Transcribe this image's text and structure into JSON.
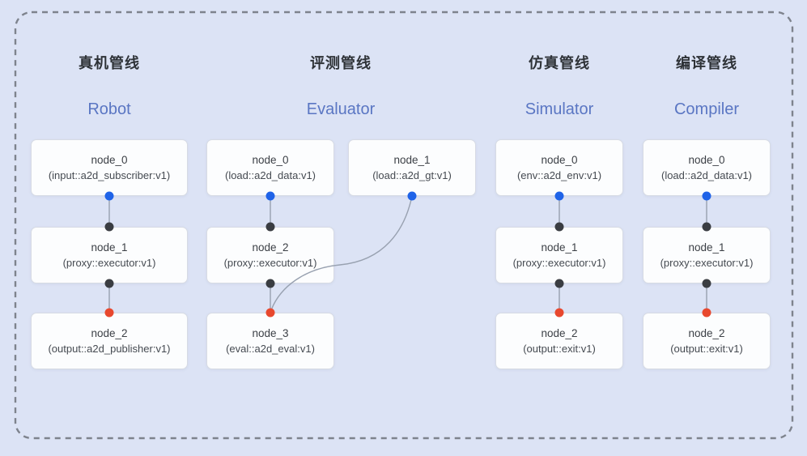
{
  "diagram": {
    "kind": "pipeline-dag-overview",
    "frame": "dashed rounded rectangle"
  },
  "colors": {
    "background": "#dce3f5",
    "frame_dash": "#7e838d",
    "node_bg": "#fcfdfe",
    "node_border": "#d7dbe4",
    "edge": "#98a1b0",
    "title_cn": "#2e3237",
    "title_en": "#5a76c3",
    "port_source_blue": "#1f63e8",
    "port_mid_black": "#3a3d42",
    "port_sink_red": "#e8482e"
  },
  "pipelines": [
    {
      "title_cn": "真机管线",
      "title_en": "Robot",
      "nodes": [
        {
          "name": "node_0",
          "type": "(input::a2d_subscriber:v1)"
        },
        {
          "name": "node_1",
          "type": "(proxy::executor:v1)"
        },
        {
          "name": "node_2",
          "type": "(output::a2d_publisher:v1)"
        }
      ],
      "connections": [
        "node_0->node_1",
        "node_1->node_2"
      ]
    },
    {
      "title_cn": "评测管线",
      "title_en": "Evaluator",
      "nodes": [
        {
          "name": "node_0",
          "type": "(load::a2d_data:v1)"
        },
        {
          "name": "node_1",
          "type": "(load::a2d_gt:v1)"
        },
        {
          "name": "node_2",
          "type": "(proxy::executor:v1)"
        },
        {
          "name": "node_3",
          "type": "(eval::a2d_eval:v1)"
        }
      ],
      "connections": [
        "node_0->node_2",
        "node_2->node_3",
        "node_1->node_3"
      ]
    },
    {
      "title_cn": "仿真管线",
      "title_en": "Simulator",
      "nodes": [
        {
          "name": "node_0",
          "type": "(env::a2d_env:v1)"
        },
        {
          "name": "node_1",
          "type": "(proxy::executor:v1)"
        },
        {
          "name": "node_2",
          "type": "(output::exit:v1)"
        }
      ],
      "connections": [
        "node_0->node_1",
        "node_1->node_2"
      ]
    },
    {
      "title_cn": "编译管线",
      "title_en": "Compiler",
      "nodes": [
        {
          "name": "node_0",
          "type": "(load::a2d_data:v1)"
        },
        {
          "name": "node_1",
          "type": "(proxy::executor:v1)"
        },
        {
          "name": "node_2",
          "type": "(output::exit:v1)"
        }
      ],
      "connections": [
        "node_0->node_1",
        "node_1->node_2"
      ]
    }
  ]
}
